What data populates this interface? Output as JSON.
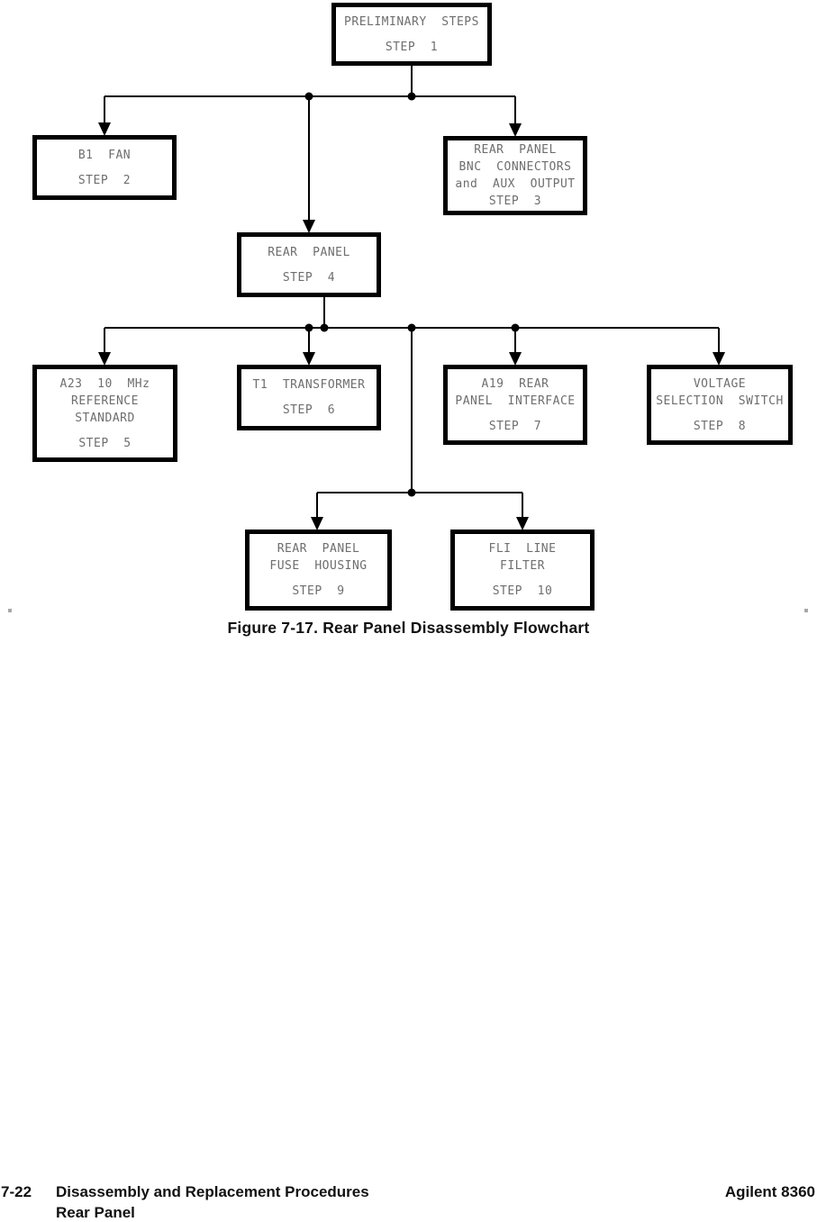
{
  "figure": {
    "caption": "Figure 7-17. Rear Panel Disassembly Flowchart"
  },
  "flowchart": {
    "type": "flowchart",
    "line_color": "#000000",
    "box_border_color": "#000000",
    "box_text_color": "#6e6e6e",
    "nodes": [
      {
        "id": "step-1",
        "label_lines": [
          "PRELIMINARY  STEPS"
        ],
        "step": "STEP  1"
      },
      {
        "id": "step-2",
        "label_lines": [
          "B1  FAN"
        ],
        "step": "STEP  2"
      },
      {
        "id": "step-3",
        "label_lines": [
          "REAR  PANEL",
          "BNC  CONNECTORS",
          "and  AUX  OUTPUT"
        ],
        "step": "STEP  3"
      },
      {
        "id": "step-4",
        "label_lines": [
          "REAR  PANEL"
        ],
        "step": "STEP  4"
      },
      {
        "id": "step-5",
        "label_lines": [
          "A23  10  MHz",
          "REFERENCE",
          "STANDARD"
        ],
        "step": "STEP  5"
      },
      {
        "id": "step-6",
        "label_lines": [
          "T1  TRANSFORMER"
        ],
        "step": "STEP  6"
      },
      {
        "id": "step-7",
        "label_lines": [
          "A19  REAR",
          "PANEL  INTERFACE"
        ],
        "step": "STEP  7"
      },
      {
        "id": "step-8",
        "label_lines": [
          "VOLTAGE",
          "SELECTION  SWITCH"
        ],
        "step": "STEP  8"
      },
      {
        "id": "step-9",
        "label_lines": [
          "REAR  PANEL",
          "FUSE  HOUSING"
        ],
        "step": "STEP  9"
      },
      {
        "id": "step-10",
        "label_lines": [
          "FLI  LINE",
          "FILTER"
        ],
        "step": "STEP  10"
      }
    ],
    "edges": [
      {
        "from": "step-1",
        "to": "step-2"
      },
      {
        "from": "step-1",
        "to": "step-3"
      },
      {
        "from": "step-1",
        "to": "step-4"
      },
      {
        "from": "step-4",
        "to": "step-5"
      },
      {
        "from": "step-4",
        "to": "step-6"
      },
      {
        "from": "step-4",
        "to": "step-7"
      },
      {
        "from": "step-4",
        "to": "step-8"
      },
      {
        "from": "step-4",
        "to": "step-9"
      },
      {
        "from": "step-4",
        "to": "step-10"
      }
    ]
  },
  "footer": {
    "page_number": "7-22",
    "section_title": "Disassembly and Replacement Procedures",
    "subsection": "Rear Panel",
    "product": "Agilent 8360"
  }
}
